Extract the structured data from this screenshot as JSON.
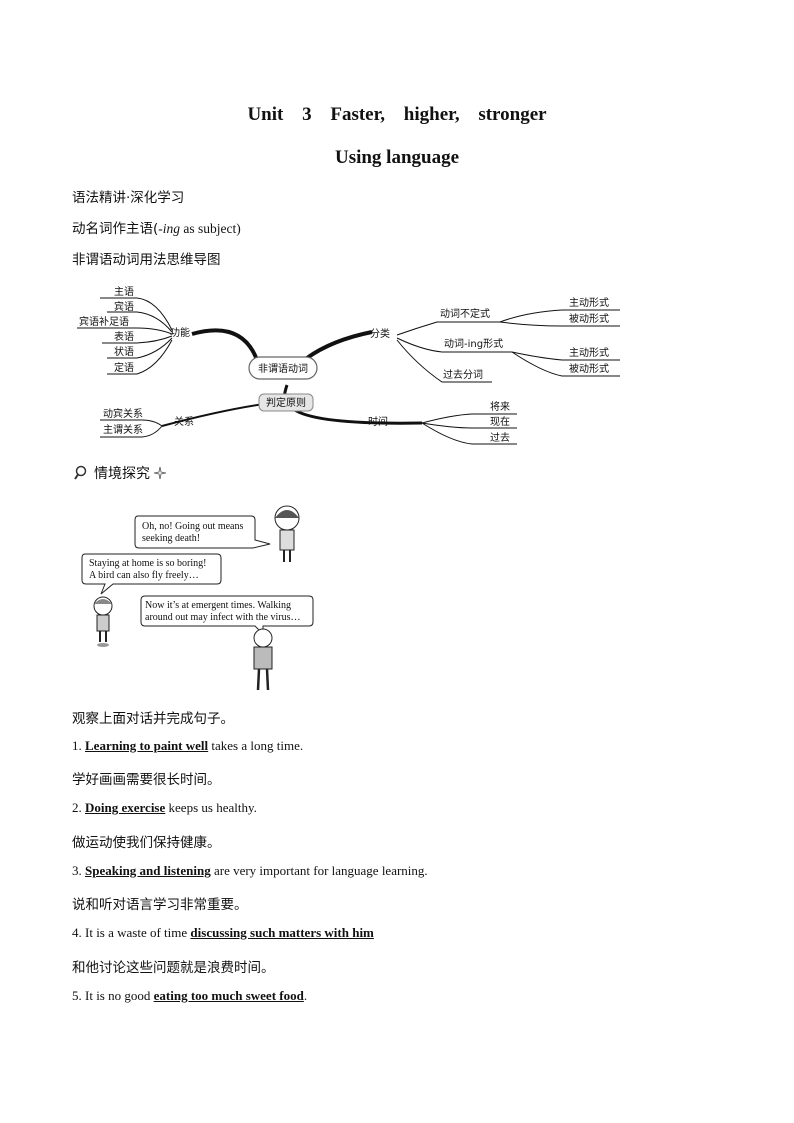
{
  "title": {
    "line1": "Unit 3 Faster, higher, stronger",
    "line2": "Using language"
  },
  "section": {
    "heading": "语法精讲·深化学习",
    "topic_prefix": "动名词作主语(",
    "topic_italic": "-ing",
    "topic_suffix": " as subject)",
    "mindmap_caption": "非谓语动词用法思维导图"
  },
  "mindmap": {
    "center": "非谓语动词",
    "functions_label": "功能",
    "functions": [
      "主语",
      "宾语",
      "宾语补足语",
      "表语",
      "状语",
      "定语"
    ],
    "categories_label": "分类",
    "infinitive": "动词不定式",
    "ing_form": "动词-ing形式",
    "past_participle": "过去分词",
    "infinitive_forms": [
      "主动形式",
      "被动形式"
    ],
    "ing_forms": [
      "主动形式",
      "被动形式"
    ],
    "judge_label": "判定原则",
    "relation_label": "关系",
    "relations": [
      "动宾关系",
      "主谓关系"
    ],
    "time_label": "时间",
    "times": [
      "将来",
      "现在",
      "过去"
    ]
  },
  "scenario": {
    "label": "情境探究",
    "bubbles": {
      "girl": [
        "Oh, no! Going out means",
        "seeking death!"
      ],
      "boy": [
        "Staying at home is so boring!",
        "A bird can also fly freely…"
      ],
      "man": [
        "Now it’s at emergent times. Walking",
        "around out may infect with the virus…"
      ]
    }
  },
  "exercise": {
    "instruction": "观察上面对话并完成句子。",
    "items": [
      {
        "num": "1.",
        "before": "",
        "answer": "Learning to paint well",
        "after": " takes a long time.",
        "zh": "学好画画需要很长时间。"
      },
      {
        "num": "2.",
        "before": "",
        "answer": "Doing exercise",
        "after": " keeps us healthy.",
        "zh": "做运动使我们保持健康。"
      },
      {
        "num": "3.",
        "before": "",
        "answer": "Speaking and listening",
        "after": " are very important for language learning.",
        "zh": "说和听对语言学习非常重要。"
      },
      {
        "num": "4.",
        "before": "It is a waste of time ",
        "answer": "discussing such matters with him",
        "after": "",
        "zh": "和他讨论这些问题就是浪费时间。"
      },
      {
        "num": "5.",
        "before": "It is no good ",
        "answer": "eating too much sweet food",
        "after": ".",
        "zh": ""
      }
    ]
  }
}
